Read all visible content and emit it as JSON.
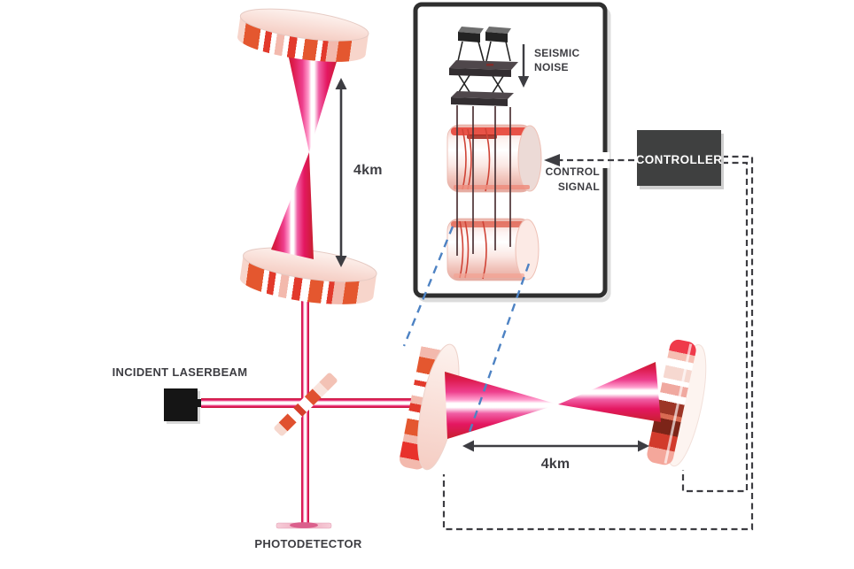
{
  "labels": {
    "incident_laser": "INCIDENT LASERBEAM",
    "photodetector": "PHOTODETECTOR",
    "controller": "CONTROLLER",
    "vertical_arm_length": "4km",
    "horizontal_arm_length": "4km",
    "seismic_noise_line1": "SEISMIC",
    "seismic_noise_line2": "NOISE",
    "control_signal_line1": "CONTROL",
    "control_signal_line2": "SIGNAL"
  },
  "colors": {
    "beam_red": "#c8202e",
    "beam_magenta": "#e41761",
    "beam_core": "#ffffff",
    "mirror_orange": "#e0512f",
    "mirror_red": "#e23a2c",
    "mirror_pink": "#f6d2c8",
    "label_dark": "#3d3d42",
    "controller_bg": "#3f4040",
    "controller_text": "#ffffff",
    "inset_border": "#2f2f2f",
    "zoom_link_blue": "#4d82c3",
    "suspension_dark": "#332e31",
    "photodetector_pink": "#db5f8c"
  },
  "icons": {
    "seismic_arrow": "arrow-down",
    "control_signal_arrow": "arrow-left-dashed",
    "vertical_arm_arrow": "double-arrow-vertical",
    "horizontal_arm_arrow": "double-arrow-horizontal"
  }
}
